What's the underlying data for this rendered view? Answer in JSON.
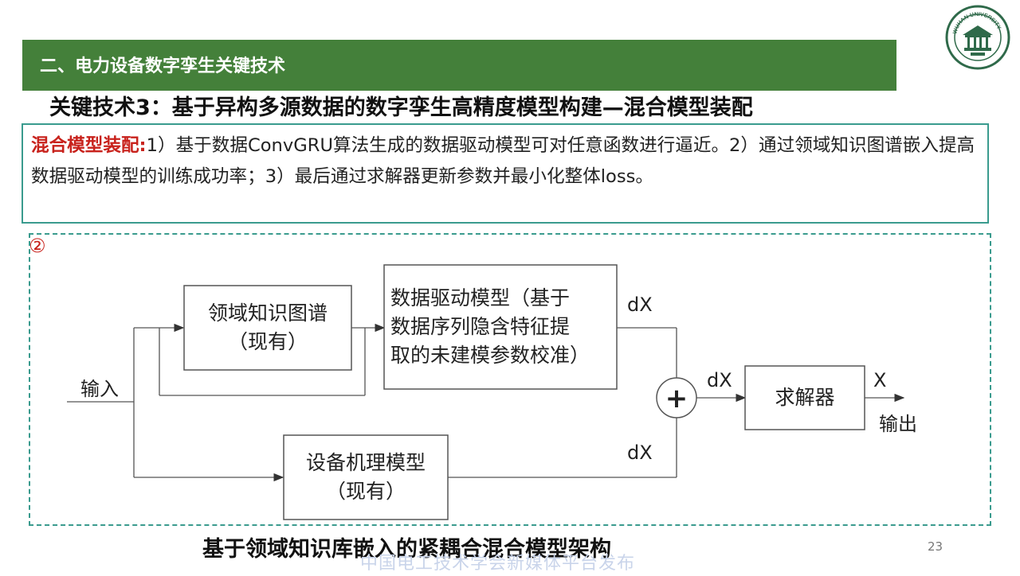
{
  "section": {
    "title": "二、电力设备数字孪生关键技术"
  },
  "logo": {
    "text": "WUHAN UNIVERSITY"
  },
  "heading": "关键技术3：基于异构多源数据的数字孪生高精度模型构建—混合模型装配",
  "description": {
    "keyword": "混合模型装配:",
    "text": "1）基于数据ConvGRU算法生成的数据驱动模型可对任意函数进行逼近。2）通过领域知识图谱嵌入提高数据驱动模型的训练成功率；3）最后通过求解器更新参数并最小化整体loss。"
  },
  "diagram": {
    "marker": "②",
    "input_label": "输入",
    "output_label": "输出",
    "knowledge_graph": {
      "line1": "领域知识图谱",
      "line2": "（现有）"
    },
    "data_driven_model": {
      "line1": "数据驱动模型（基于",
      "line2": "数据序列隐含特征提",
      "line3": "取的未建模参数校准）"
    },
    "mechanism_model": {
      "line1": "设备机理模型",
      "line2": "（现有）"
    },
    "solver": "求解器",
    "sum_symbol": "+",
    "dx_top": "dX",
    "dx_bottom": "dX",
    "dx_sum": "dX",
    "x_out": "X"
  },
  "caption": "基于领域知识库嵌入的紧耦合混合模型架构",
  "page_number": "23",
  "watermark": "中国电工技术学会新媒体平台发布",
  "colors": {
    "band": "#44803a",
    "accent_red": "#c8221c",
    "teal_border": "#3a9b8e"
  }
}
